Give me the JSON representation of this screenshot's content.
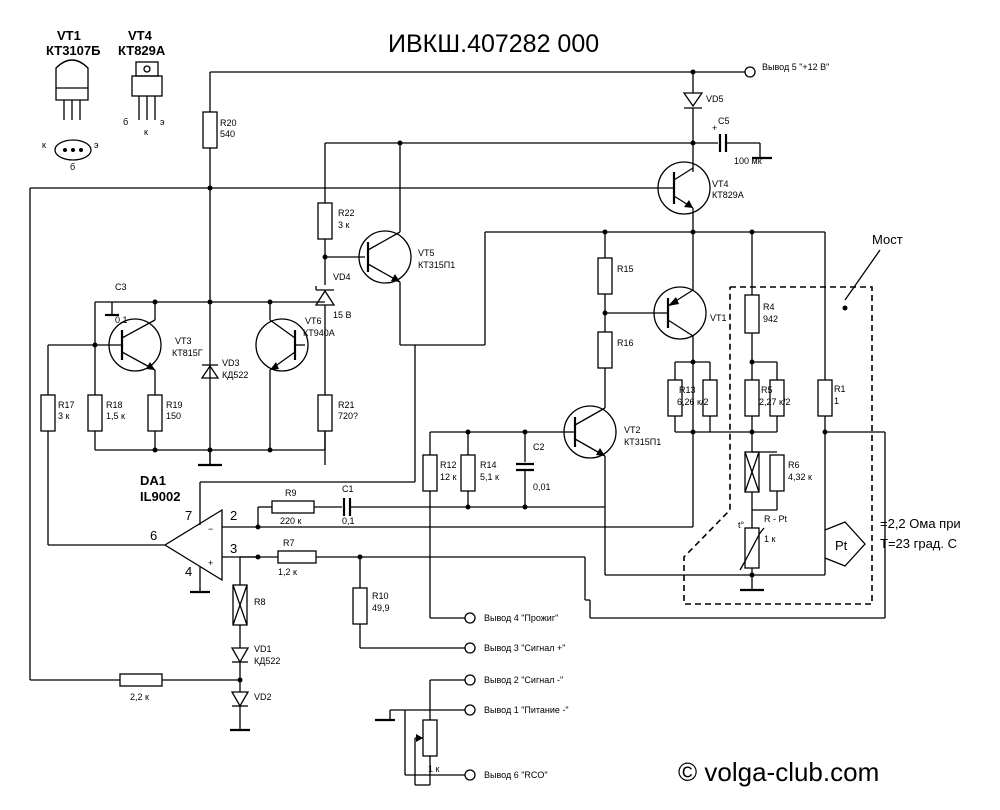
{
  "title": "ИВКШ.407282 000",
  "copyright": "© volga-club.com",
  "legend": {
    "vt1_name": "VT1",
    "vt1_type": "КТ3107Б",
    "vt4_name": "VT4",
    "vt4_type": "КТ829А",
    "pin_k": "к",
    "pin_b": "б",
    "pin_e": "э"
  },
  "terminals": {
    "t5": "Вывод 5 \"+12 В\"",
    "t4": "Вывод 4 \"Прожиг\"",
    "t3": "Вывод 3 \"Сигнал +\"",
    "t2": "Вывод 2 \"Сигнал -\"",
    "t1": "Вывод 1 \"Питание -\"",
    "t6": "Вывод 6 \"RCO\""
  },
  "components": {
    "r20": "R20",
    "r20v": "540",
    "r22": "R22",
    "r22v": "3 к",
    "r15": "R15",
    "r16": "R16",
    "r4": "R4",
    "r4v": "942",
    "r5": "R5",
    "r5v": "2,27 к/2",
    "r1": "R1",
    "r1v": "1",
    "r13": "R13",
    "r13v": "6,26 к/2",
    "r6": "R6",
    "r6v": "4,32 к",
    "r17": "R17",
    "r17v": "3 к",
    "r18": "R18",
    "r18v": "1,5 к",
    "r19": "R19",
    "r19v": "150",
    "r21": "R21",
    "r21v": "720?",
    "r12": "R12",
    "r12v": "12 к",
    "r14": "R14",
    "r14v": "5,1 к",
    "r9": "R9",
    "r9v": "220 к",
    "r7": "R7",
    "r7v": "1,2 к",
    "r10": "R10",
    "r10v": "49,9",
    "r8": "R8",
    "r22k": "2,2 к",
    "rpt": "R - Pt",
    "rpt_v": "1 к",
    "rpt_t": "t°",
    "pot": "1 к",
    "c1": "C1",
    "c1v": "0,1",
    "c2": "C2",
    "c2v": "0,01",
    "c3": "C3",
    "c3v": "0,1",
    "c5": "C5",
    "c5v": "100 мк",
    "vt1": "VT1",
    "vt2": "VT2",
    "vt2t": "КТ315П1",
    "vt3": "VT3",
    "vt3t": "КТ815Г",
    "vt4": "VT4",
    "vt4t": "КТ829А",
    "vt5": "VT5",
    "vt5t": "КТ315П1",
    "vt6": "VT6",
    "vt6t": "КТ940А",
    "vd1": "VD1",
    "vd1t": "КД522",
    "vd2": "VD2",
    "vd3": "VD3",
    "vd3t": "КД522",
    "vd4": "VD4",
    "vd4v": "15 В",
    "vd5": "VD5",
    "da1": "DA1",
    "da1t": "IL9002",
    "pin7": "7",
    "pin2": "2",
    "pin6": "6",
    "pin3": "3",
    "pin4": "4",
    "minus": "−",
    "plus": "+"
  },
  "bridge": {
    "label": "Мост",
    "pt": "Pt",
    "note1": "=2,2 Ома при",
    "note2": "T=23 град. С"
  }
}
